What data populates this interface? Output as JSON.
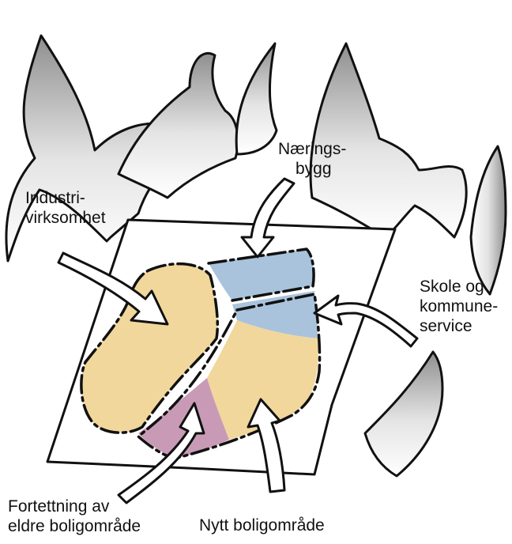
{
  "labels": {
    "naeringsbygg": [
      "Nærings-",
      "bygg"
    ],
    "industri": [
      "Industri-",
      "virksomhet"
    ],
    "skole": [
      "Skole og",
      "kommune-",
      "service"
    ],
    "fortetting": [
      "Fortettning av",
      "eldre boligområde"
    ],
    "nytt": [
      "Nytt boligområde"
    ]
  },
  "colors": {
    "industry_area": "#f1d79b",
    "business_area": "#a9c3dc",
    "school_area": "#a9c3dc",
    "new_housing_area": "#f1d79b",
    "densified_housing_area": "#c99ab6",
    "flames": "#9a9a9a",
    "outline": "#111111"
  }
}
